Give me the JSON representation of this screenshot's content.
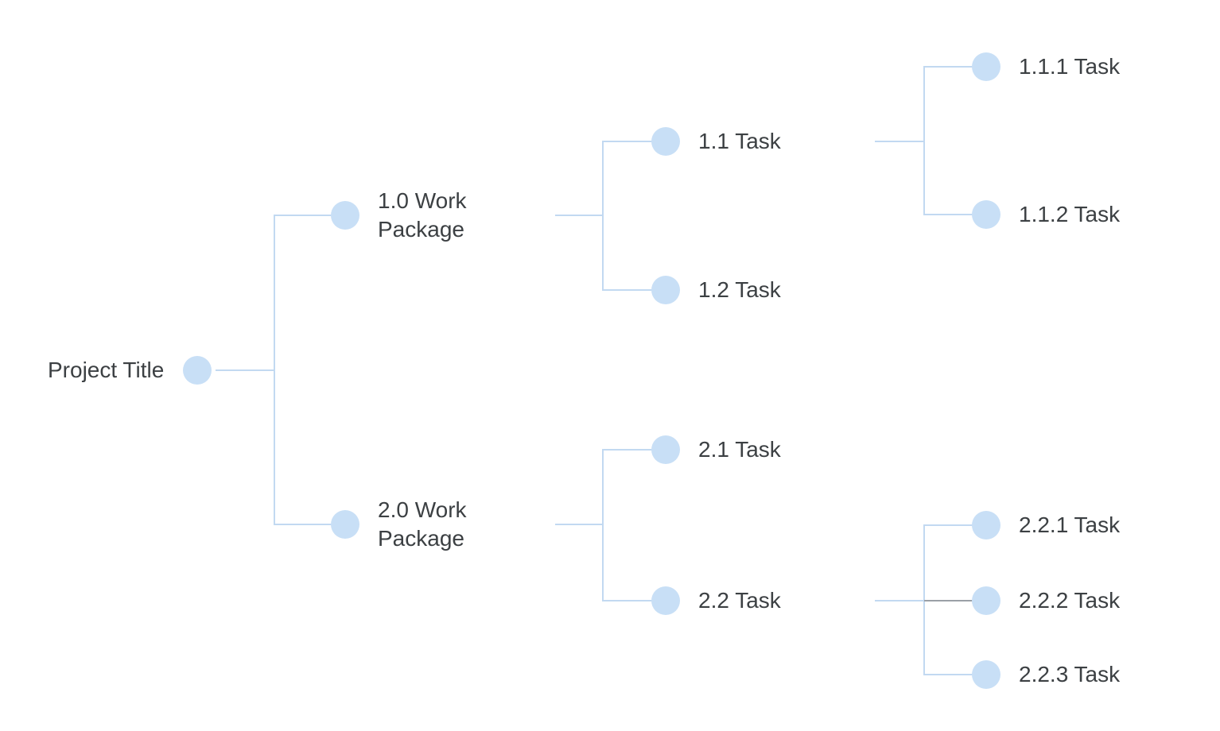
{
  "diagram": {
    "kind": "work-breakdown-structure-tree",
    "root": {
      "label": "Project Title",
      "children": [
        {
          "label": "1.0 Work Package",
          "children": [
            {
              "label": "1.1 Task",
              "children": [
                {
                  "label": "1.1.1 Task",
                  "children": []
                },
                {
                  "label": "1.1.2 Task",
                  "children": []
                }
              ]
            },
            {
              "label": "1.2 Task",
              "children": []
            }
          ]
        },
        {
          "label": "2.0 Work Package",
          "children": [
            {
              "label": "2.1 Task",
              "children": []
            },
            {
              "label": "2.2 Task",
              "children": [
                {
                  "label": "2.2.1 Task",
                  "children": []
                },
                {
                  "label": "2.2.2 Task",
                  "children": []
                },
                {
                  "label": "2.2.3 Task",
                  "children": []
                }
              ]
            }
          ]
        }
      ]
    }
  },
  "colors": {
    "node_fill": "#C8DFF6",
    "connector_blue": "#C2D9F1",
    "connector_gray": "#9AA0A6",
    "label_text": "#3C4043",
    "background": "#FFFFFF"
  }
}
